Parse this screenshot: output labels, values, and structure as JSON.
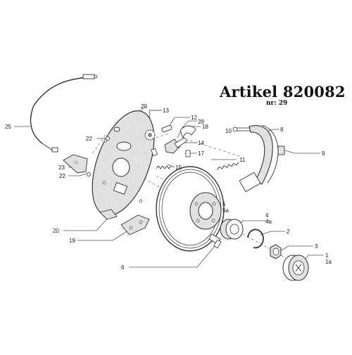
{
  "header": {
    "article": "Artikel 820082",
    "number": "nr: 29"
  },
  "labels": {
    "l1": "1",
    "l1a": "1a",
    "l2": "2",
    "l3": "3",
    "l4": "4",
    "l4a": "4a",
    "l5": "5",
    "l5a": "5a",
    "l6": "6",
    "l8": "8",
    "l9": "9",
    "l10": "10",
    "l11": "11",
    "l12": "12",
    "l13": "13",
    "l14": "14",
    "l15": "15",
    "l17": "17",
    "l18": "18",
    "l19": "19",
    "l20": "20",
    "l22a": "22",
    "l22b": "22",
    "l23": "23",
    "l25": "25",
    "l28": "28",
    "l29": "29"
  }
}
